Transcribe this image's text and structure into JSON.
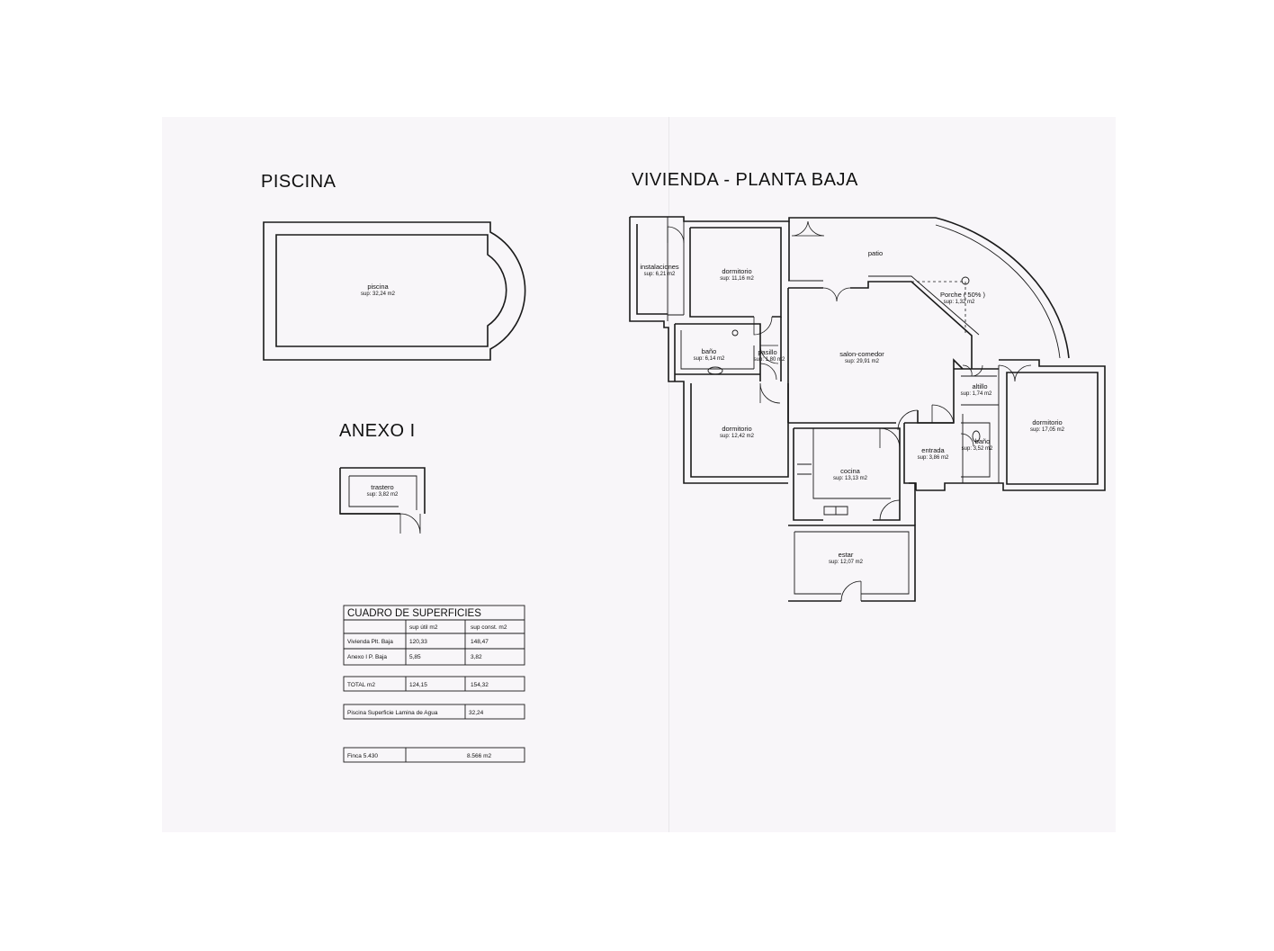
{
  "titles": {
    "pool": "PISCINA",
    "house": "VIVIENDA - PLANTA BAJA",
    "annex": "ANEXO I"
  },
  "rooms": {
    "piscina": {
      "name": "piscina",
      "area": "sup: 32,24 m2"
    },
    "trastero": {
      "name": "trastero",
      "area": "sup: 3,82 m2"
    },
    "instalaciones": {
      "name": "instalaciones",
      "area": "sup: 6,21 m2"
    },
    "dormitorio1": {
      "name": "dormitorio",
      "area": "sup: 11,16 m2"
    },
    "patio": {
      "name": "patio"
    },
    "porche": {
      "name": "Porche ( 50% )",
      "area": "sup: 1,32 m2"
    },
    "bano1": {
      "name": "baño",
      "area": "sup: 6,14 m2"
    },
    "pasillo": {
      "name": "pasillo",
      "area": "sup: 1,80 m2"
    },
    "salon": {
      "name": "salon-comedor",
      "area": "sup: 29,91 m2"
    },
    "altillo": {
      "name": "altillo",
      "area": "sup: 1,74 m2"
    },
    "dormitorio2": {
      "name": "dormitorio",
      "area": "sup: 12,42 m2"
    },
    "dormitorio3": {
      "name": "dormitorio",
      "area": "sup: 17,05 m2"
    },
    "entrada": {
      "name": "entrada",
      "area": "sup: 3,86 m2"
    },
    "bano2": {
      "name": "baño",
      "area": "sup: 3,52 m2"
    },
    "cocina": {
      "name": "cocina",
      "area": "sup: 13,13 m2"
    },
    "estar": {
      "name": "estar",
      "area": "sup: 12,07 m2"
    }
  },
  "table": {
    "title": "CUADRO DE SUPERFICIES",
    "col1": "sup útil  m2",
    "col2": "sup const.  m2",
    "rows": [
      {
        "label": "Vivienda Plt. Baja",
        "util": "120,33",
        "const": "148,47"
      },
      {
        "label": "Anexo I  P. Baja",
        "util": "5,85",
        "const": "3,82"
      }
    ],
    "total": {
      "label": "TOTAL   m2",
      "util": "124,15",
      "const": "154,32"
    },
    "pool": {
      "label": "Piscina Superficie Lamina de Agua",
      "value": "32,24"
    },
    "finca": {
      "label": "Finca 5.430",
      "value": "8.566  m2"
    }
  }
}
